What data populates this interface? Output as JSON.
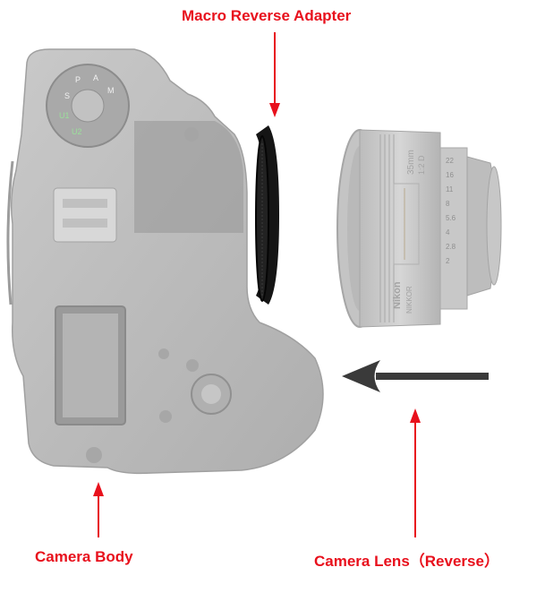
{
  "labels": {
    "adapter": "Macro Reverse Adapter",
    "camera_body": "Camera Body",
    "camera_lens": "Camera Lens（Reverse）"
  },
  "lens_markings": {
    "brand": "Nikon",
    "focal_length": "35mm",
    "aperture": "1:2 D",
    "series": "NIKKOR"
  },
  "colors": {
    "label_red": "#e8101c",
    "pointer_red": "#e8101c",
    "direction_arrow": "#3a3a3a",
    "faded_gear": "#bdbdbd",
    "adapter_ring": "#151515"
  },
  "icons": {
    "camera": "camera-body-icon",
    "lens": "camera-lens-icon",
    "adapter": "adapter-ring-icon",
    "direction": "left-arrow-icon"
  }
}
